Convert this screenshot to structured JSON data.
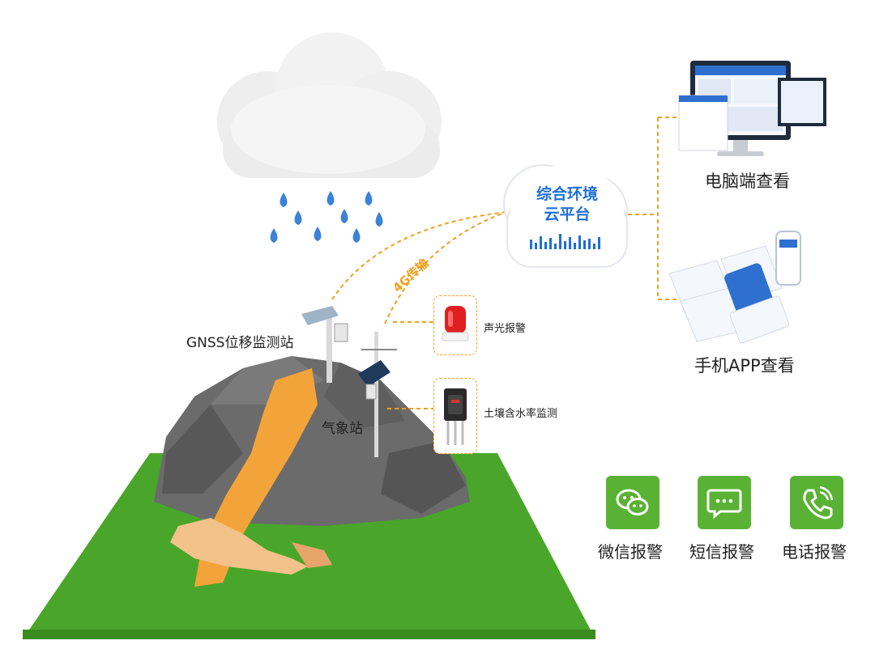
{
  "cloud_platform": {
    "line1": "综合环境",
    "line2": "云平台"
  },
  "transmission": {
    "label": "4G传输"
  },
  "stations": {
    "gnss": "GNSS位移监测站",
    "weather": "气象站"
  },
  "devices": {
    "alarm": "声光报警",
    "soil": "土壤含水率监测"
  },
  "endpoints": {
    "pc": "电脑端查看",
    "mobile": "手机APP查看"
  },
  "alerts": [
    {
      "label": "微信报警",
      "icon": "wechat-icon"
    },
    {
      "label": "短信报警",
      "icon": "sms-icon"
    },
    {
      "label": "电话报警",
      "icon": "phone-icon"
    }
  ],
  "colors": {
    "accent": "#f0a020",
    "alert_green": "#5ab234",
    "ground": "#4aa62a",
    "cloud_text": "#1e6fd6",
    "rain": "#3b82d8"
  }
}
